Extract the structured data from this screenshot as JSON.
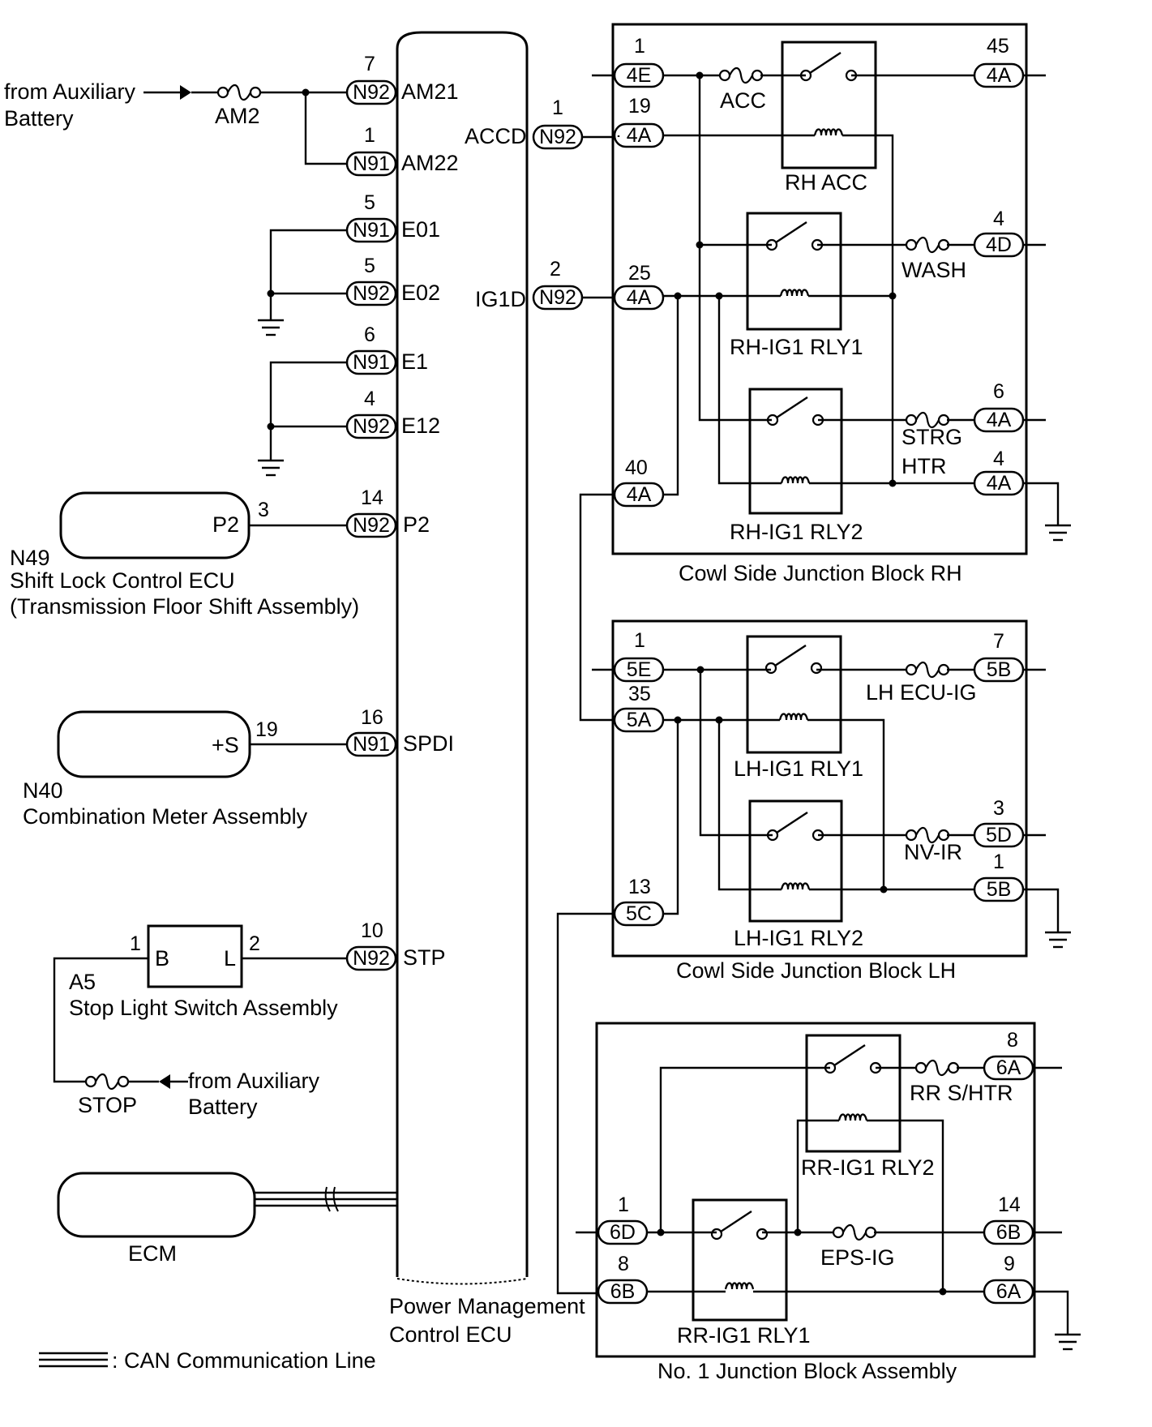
{
  "ecu": {
    "name_line1": "Power Management",
    "name_line2": "Control ECU"
  },
  "legend": {
    "can_line": ": CAN Communication Line"
  },
  "power_in": {
    "line1": "from Auxiliary",
    "line2": "Battery",
    "fuse": "AM2",
    "pins": [
      {
        "num": "7",
        "conn": "N92",
        "term": "AM21"
      },
      {
        "num": "1",
        "conn": "N91",
        "term": "AM22"
      }
    ]
  },
  "grounds": [
    {
      "num": "5",
      "conn": "N91",
      "term": "E01"
    },
    {
      "num": "5",
      "conn": "N92",
      "term": "E02"
    },
    {
      "num": "6",
      "conn": "N91",
      "term": "E1"
    },
    {
      "num": "4",
      "conn": "N92",
      "term": "E12"
    }
  ],
  "shift_lock": {
    "inner": "P2",
    "pin": "3",
    "ecu_num": "14",
    "conn": "N92",
    "term": "P2",
    "code": "N49",
    "name": "Shift Lock Control ECU",
    "sub": "(Transmission Floor Shift Assembly)"
  },
  "meter": {
    "inner": "+S",
    "pin": "19",
    "ecu_num": "16",
    "conn": "N91",
    "term": "SPDI",
    "code": "N40",
    "name": "Combination Meter Assembly"
  },
  "stop_switch": {
    "pin_b": "1",
    "b": "B",
    "l": "L",
    "pin_l": "2",
    "ecu_num": "10",
    "conn": "N92",
    "term": "STP",
    "code": "A5",
    "name": "Stop Light Switch Assembly",
    "fuse": "STOP",
    "src1": "from Auxiliary",
    "src2": "Battery"
  },
  "ecm": {
    "label": "ECM"
  },
  "ecu_out": [
    {
      "term": "ACCD",
      "num": "1",
      "conn": "N92"
    },
    {
      "term": "IG1D",
      "num": "2",
      "conn": "N92"
    }
  ],
  "jb_rh": {
    "title": "Cowl Side Junction Block RH",
    "pins": [
      {
        "num": "1",
        "conn": "4E"
      },
      {
        "num": "19",
        "conn": "4A"
      },
      {
        "num": "25",
        "conn": "4A"
      },
      {
        "num": "40",
        "conn": "4A"
      },
      {
        "num": "45",
        "conn": "4A"
      },
      {
        "num": "4",
        "conn": "4D"
      },
      {
        "num": "6",
        "conn": "4A"
      },
      {
        "num": "4",
        "conn": "4A"
      }
    ],
    "fuses": [
      "ACC",
      "WASH",
      "STRG",
      "HTR"
    ],
    "relays": [
      "RH ACC",
      "RH-IG1 RLY1",
      "RH-IG1 RLY2"
    ]
  },
  "jb_lh": {
    "title": "Cowl Side Junction Block LH",
    "pins": [
      {
        "num": "1",
        "conn": "5E"
      },
      {
        "num": "35",
        "conn": "5A"
      },
      {
        "num": "13",
        "conn": "5C"
      },
      {
        "num": "7",
        "conn": "5B"
      },
      {
        "num": "3",
        "conn": "5D"
      },
      {
        "num": "1",
        "conn": "5B"
      }
    ],
    "fuses": [
      "LH ECU-IG",
      "NV-IR"
    ],
    "relays": [
      "LH-IG1 RLY1",
      "LH-IG1 RLY2"
    ]
  },
  "jb_no1": {
    "title": "No. 1 Junction Block Assembly",
    "pins": [
      {
        "num": "1",
        "conn": "6D"
      },
      {
        "num": "8",
        "conn": "6B"
      },
      {
        "num": "8",
        "conn": "6A"
      },
      {
        "num": "14",
        "conn": "6B"
      },
      {
        "num": "9",
        "conn": "6A"
      }
    ],
    "fuses": [
      "RR S/HTR",
      "EPS-IG"
    ],
    "relays": [
      "RR-IG1 RLY2",
      "RR-IG1 RLY1"
    ]
  }
}
